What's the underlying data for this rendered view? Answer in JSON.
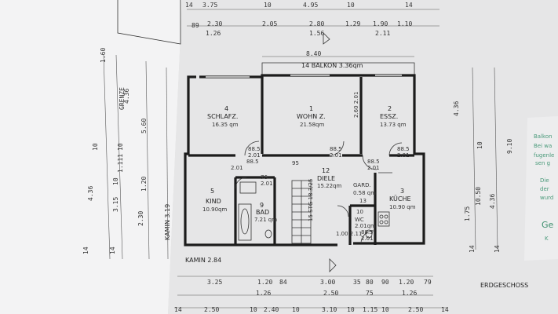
{
  "top_dims": {
    "row1": [
      "3.75",
      "10",
      "4.95",
      "10",
      "14"
    ],
    "row2": [
      "89",
      "2.30",
      "2.05",
      "2.80",
      "1.29",
      "1.90",
      "1.10"
    ],
    "row3": [
      "1.26",
      "1.56",
      "2.11"
    ]
  },
  "balcony": {
    "width": "8.40",
    "label": "14  BALKON  3.36qm"
  },
  "rooms": [
    {
      "num": "4",
      "name": "SCHLAFZ.",
      "area": "16.35 qm"
    },
    {
      "num": "1",
      "name": "WOHN Z.",
      "area": "21.58qm"
    },
    {
      "num": "2",
      "name": "ESSZ.",
      "area": "13.73 qm"
    },
    {
      "num": "5",
      "name": "KIND",
      "area": "10.90qm"
    },
    {
      "num": "9",
      "name": "BAD",
      "area": "7.21 qm"
    },
    {
      "num": "12",
      "name": "DIELE",
      "area": "15.22qm"
    },
    {
      "num": "3",
      "name": "KÜCHE",
      "area": "10.90 qm"
    },
    {
      "num": "13",
      "name": "GARD.",
      "area": "0.58 qm"
    },
    {
      "num": "10",
      "name": "WC",
      "area": "2.01qm"
    }
  ],
  "door_marks": [
    "88.5",
    "2.01",
    "88.5",
    "2.01",
    "88.5",
    "2.01",
    "88.5",
    "2.01",
    "76",
    "2.01",
    "88.5",
    "2.01",
    "88.5",
    "2.01"
  ],
  "small_labels": {
    "diele_95": "95",
    "stair": "15 STG 18.3/25",
    "wc_dim": "1.00 2.11",
    "k_dim": "2.60 2.01"
  },
  "chimney_left": "KAMIN 3.19",
  "chimney_bottom": "KAMIN 2.84",
  "left_dims": [
    "1.60",
    "GRENZE",
    "4.36",
    "5.60",
    "10",
    "10",
    "1.111",
    "1.20",
    "4.36",
    "3.15",
    "10",
    "2.30",
    "14",
    "14"
  ],
  "right_dims": [
    "4.36",
    "9.10",
    "4.36",
    "10",
    "1.75",
    "10.50",
    "14",
    "14"
  ],
  "bottom_dims": {
    "row1": [
      "3.25",
      "1.20",
      "84",
      "3.00",
      "35",
      "80",
      "90",
      "1.20",
      "79"
    ],
    "row2": [
      "1.26",
      "2.50",
      "75",
      "1.26"
    ],
    "row3": [
      "14",
      "2.50",
      "10",
      "2.40",
      "10",
      "3.10",
      "10",
      "1.15",
      "10",
      "2.50",
      "14"
    ]
  },
  "floor_label": "ERDGESCHOSS",
  "side_note": [
    "Balkon",
    "Bei wa",
    "fugenle",
    "sen g",
    "Die",
    "der",
    "wurd"
  ],
  "side_title": "Ge",
  "side_sub": "K"
}
